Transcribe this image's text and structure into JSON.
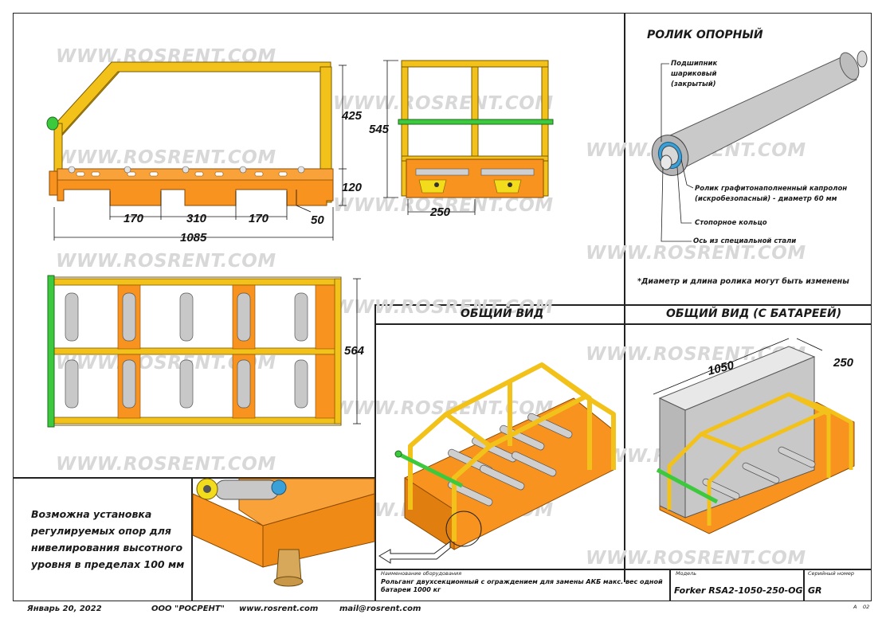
{
  "watermark": "WWW.ROSRENT.COM",
  "roller_section": {
    "title": "РОЛИК ОПОРНЫЙ",
    "callouts": {
      "bearing": [
        "Подшипник",
        "шариковый",
        "(закрытый)"
      ],
      "roller": [
        "Ролик графитонаполненный капролон",
        "(искробезопасный) - диаметр 60 мм"
      ],
      "ring": "Стопорное кольцо",
      "axle": "Ось из специальной стали"
    },
    "footnote": "*Диаметр и длина ролика могут быть изменены"
  },
  "views": {
    "general": "ОБЩИЙ ВИД",
    "general_battery": "ОБЩИЙ ВИД (С БАТАРЕЕЙ)"
  },
  "dimensions": {
    "side": [
      "425",
      "120",
      "170",
      "310",
      "170",
      "50",
      "1085"
    ],
    "end": [
      "545",
      "250"
    ],
    "top": "564",
    "battery": [
      "1050",
      "250"
    ]
  },
  "leveling_note": [
    "Возможна установка",
    "регулируемых опор для",
    "нивелирования высотного",
    "уровня в пределах 100 мм"
  ],
  "title_block": {
    "equipment_label": "Наименование оборудования",
    "equipment_value": "Рольганг двухсекционный с ограждением  для замены АКБ макс. вес одной батареи 1000 кг",
    "model_label": "Модель",
    "model_value": "Forker RSA2-1050-250-OG",
    "serial_label": "Серийный номер",
    "serial_value": "GR",
    "sheet": [
      "А",
      "02"
    ]
  },
  "footer": {
    "date": "Январь 20, 2022",
    "company": "ООО \"РОСРЕНТ\"",
    "site": "www.rosrent.com",
    "mail": "mail@rosrent.com"
  },
  "colors": {
    "frame_yellow": "#f2c21b",
    "base_orange": "#f7931e",
    "guard_green": "#3dc93d",
    "roller_gray": "#bdbdbd"
  }
}
